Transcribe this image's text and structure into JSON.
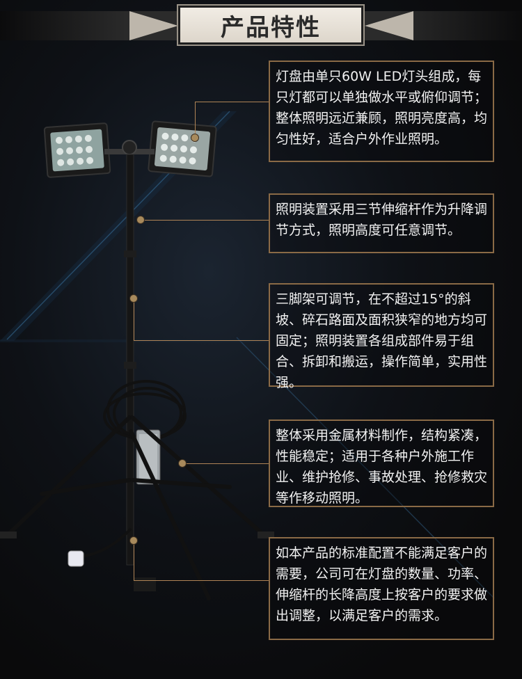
{
  "header": {
    "title": "产品特性"
  },
  "features": [
    {
      "text": "灯盘由单只60W LED灯头组成，每只灯都可以单独做水平或俯仰调节；整体照明远近兼顾，照明亮度高，均匀性好，适合户外作业照明。"
    },
    {
      "text": "照明装置采用三节伸缩杆作为升降调节方式，照明高度可任意调节。"
    },
    {
      "text": "三脚架可调节，在不超过15°的斜坡、碎石路面及面积狭窄的地方均可固定；照明装置各组成部件易于组合、拆卸和搬运，操作简单，实用性强。"
    },
    {
      "text": "整体采用金属材料制作，结构紧凑，性能稳定；适用于各种户外施工作业、维护抢修、事故处理、抢修救灾等作移动照明。"
    },
    {
      "text": "如本产品的标准配置不能满足客户的需要，公司可在灯盘的数量、功率、伸缩杆的长降高度上按客户的要求做出调整，以满足客户的需求。"
    }
  ],
  "colors": {
    "background": "#0b0b0c",
    "callout_border": "#8a6a46",
    "leader_line": "#b08456",
    "banner_fill": "#e8e2d8"
  }
}
